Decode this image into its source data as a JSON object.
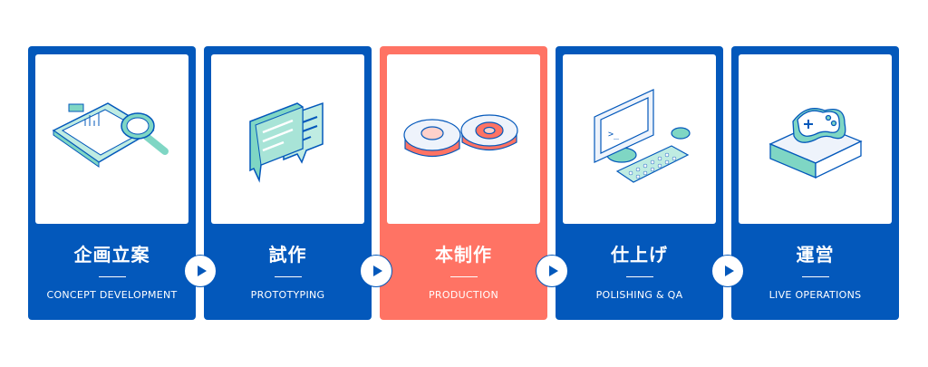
{
  "colors": {
    "primary": "#0358bb",
    "active": "#ff7364",
    "accent": "#7fd6c4"
  },
  "steps": [
    {
      "title": "企画立案",
      "subtitle": "CONCEPT DEVELOPMENT",
      "icon": "clipboard-magnifier-icon"
    },
    {
      "title": "試作",
      "subtitle": "PROTOTYPING",
      "icon": "speech-bubbles-icon"
    },
    {
      "title": "本制作",
      "subtitle": "PRODUCTION",
      "icon": "gears-icon"
    },
    {
      "title": "仕上げ",
      "subtitle": "POLISHING & QA",
      "icon": "computer-icon"
    },
    {
      "title": "運営",
      "subtitle": "LIVE OPERATIONS",
      "icon": "game-console-icon"
    }
  ],
  "monitor_prompt": ">_"
}
